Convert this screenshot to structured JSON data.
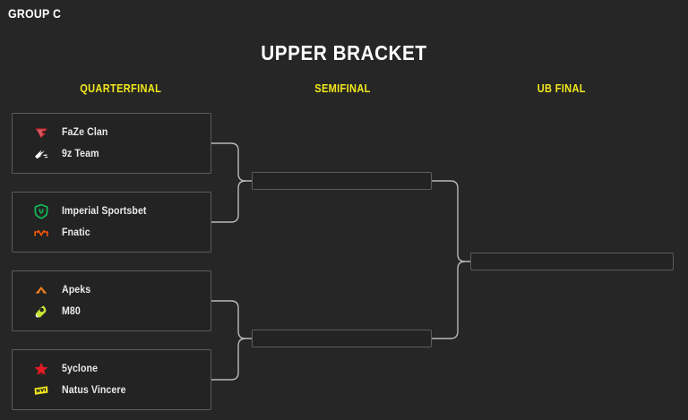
{
  "page": {
    "group_label": "GROUP C",
    "title": "UPPER BRACKET",
    "background_color": "#262626",
    "accent_color": "#f2e81c",
    "box_fill_color": "#232323",
    "box_border_color": "#5c5c5c",
    "connector_color": "#b8b8b8",
    "text_color": "#e9e9e9"
  },
  "rounds": [
    {
      "key": "quarterfinal",
      "label": "QUARTERFINAL"
    },
    {
      "key": "semifinal",
      "label": "SEMIFINAL"
    },
    {
      "key": "ub_final",
      "label": "UB FINAL"
    }
  ],
  "quarterfinals": [
    {
      "match_index": 1,
      "teams": [
        {
          "name": "FaZe Clan",
          "logo": "faze-logo",
          "logo_color": "#c8232c"
        },
        {
          "name": "9z Team",
          "logo": "9z-logo",
          "logo_color": "#ffffff"
        }
      ]
    },
    {
      "match_index": 2,
      "teams": [
        {
          "name": "Imperial Sportsbet",
          "logo": "imperial-logo",
          "logo_color": "#14b254"
        },
        {
          "name": "Fnatic",
          "logo": "fnatic-logo",
          "logo_color": "#ff5900"
        }
      ]
    },
    {
      "match_index": 3,
      "teams": [
        {
          "name": "Apeks",
          "logo": "apeks-logo",
          "logo_color": "#f07c1e"
        },
        {
          "name": "M80",
          "logo": "m80-logo",
          "logo_color": "#c8e534"
        }
      ]
    },
    {
      "match_index": 4,
      "teams": [
        {
          "name": "5yclone",
          "logo": "5yclone-logo",
          "logo_color": "#e01b24"
        },
        {
          "name": "Natus Vincere",
          "logo": "navi-logo",
          "logo_color": "#f2e81c"
        }
      ]
    }
  ],
  "semifinals": [
    {
      "match_index": 1,
      "teams": []
    },
    {
      "match_index": 2,
      "teams": []
    }
  ],
  "ub_final": {
    "match_index": 1,
    "teams": []
  }
}
